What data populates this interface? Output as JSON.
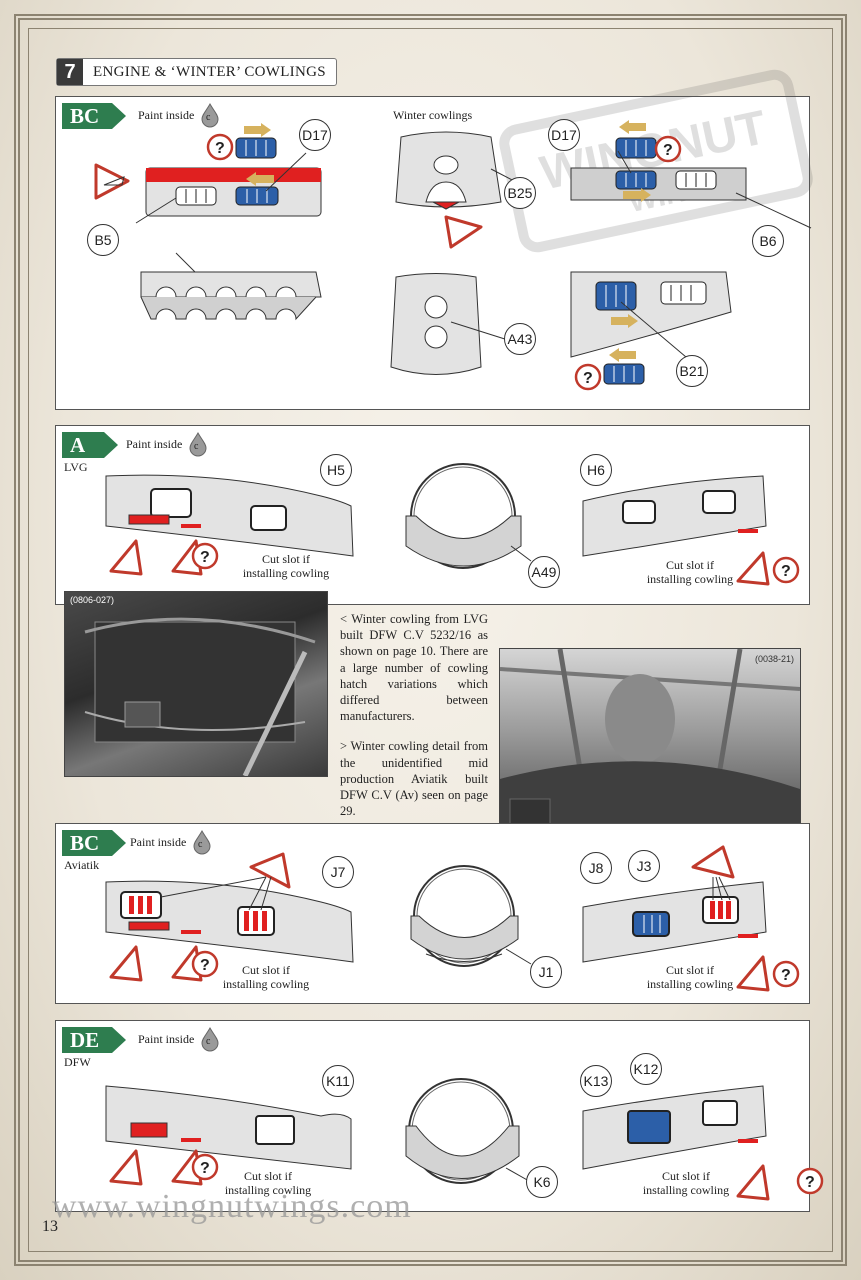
{
  "step": {
    "number": "7",
    "title": "ENGINE & ‘WINTER’ COWLINGS"
  },
  "watermark": {
    "line1": "WINGNUT",
    "line2": "WINGS"
  },
  "paint_inside_label": "Paint inside",
  "paint_code": "c",
  "cut_slot_text": {
    "line1": "Cut slot if",
    "line2": "installing cowling"
  },
  "question_mark": "?",
  "panel_bc_top": {
    "badge": "BC",
    "winter_label": "Winter cowlings",
    "parts": [
      "D17",
      "B5",
      "B25",
      "D17",
      "B6",
      "A43",
      "B21"
    ]
  },
  "panel_a": {
    "badge": "A",
    "variant": "LVG",
    "parts": [
      "H5",
      "A49",
      "H6"
    ]
  },
  "photo_left": {
    "id": "(0806-027)"
  },
  "photo_right": {
    "id": "(0038-21)"
  },
  "caption": {
    "p1": "< Winter cowling from LVG built DFW C.V 5232/16 as shown on page 10. There are a large number of cowling hatch variations which differed between manufacturers.",
    "p2": "> Winter cowling detail from the unidentified mid production Aviatik built DFW C.V (Av) seen on page 29."
  },
  "panel_bc_av": {
    "badge": "BC",
    "variant": "Aviatik",
    "parts": [
      "J7",
      "J1",
      "J8",
      "J3"
    ]
  },
  "panel_de": {
    "badge": "DE",
    "variant": "DFW",
    "parts": [
      "K11",
      "K6",
      "K13",
      "K12"
    ]
  },
  "footer": {
    "website": "www.wingnutwings.com",
    "page_number": "13"
  },
  "colors": {
    "badge_green": "#2e7d4f",
    "warning_red": "#c0392b",
    "part_blue": "#2c5fa8",
    "arrow_tan": "#d6b25e"
  }
}
